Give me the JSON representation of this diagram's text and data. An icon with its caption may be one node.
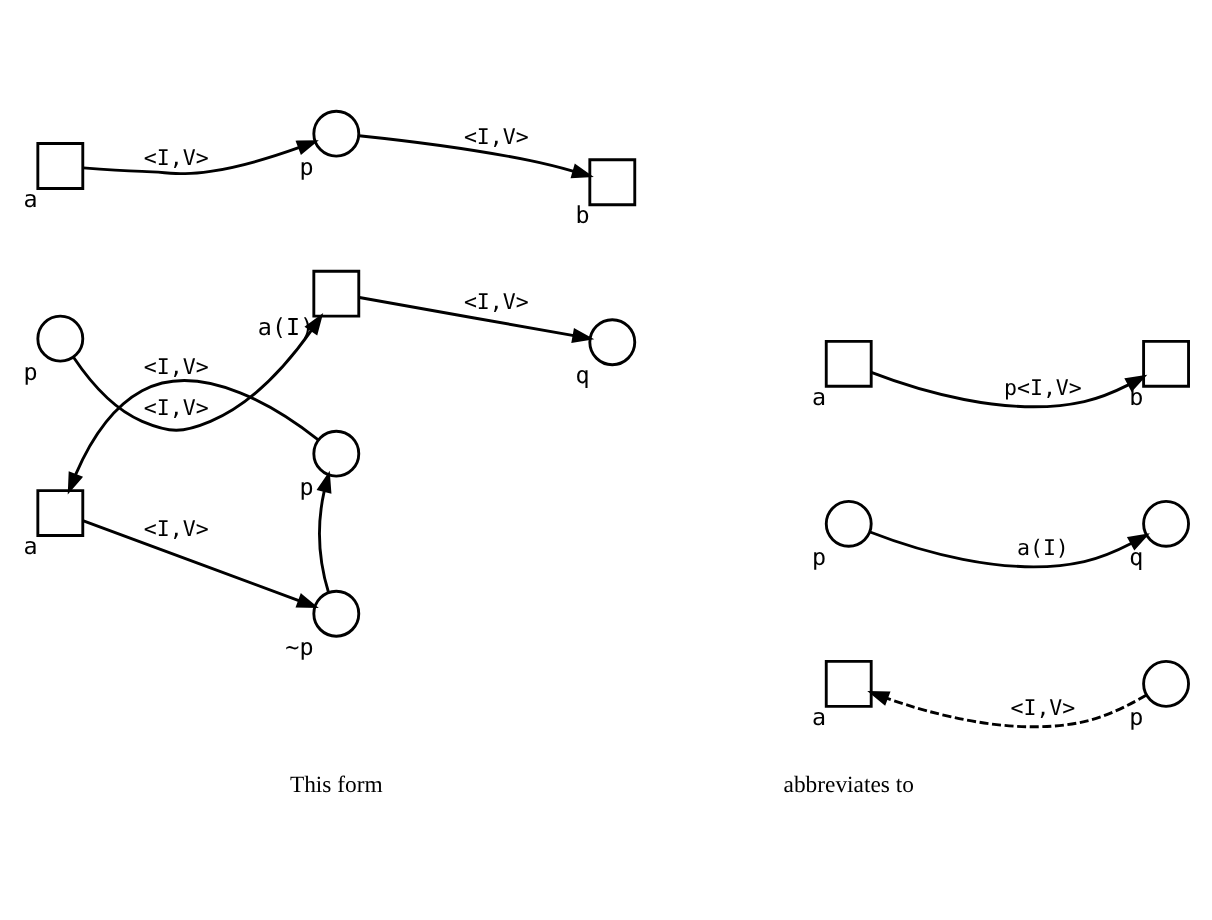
{
  "diagram": {
    "nodes": [
      {
        "text": [
          "a"
        ]
      },
      {
        "text": [
          "p"
        ]
      },
      {
        "text": [
          "b"
        ]
      },
      {
        "text": [
          "a"
        ]
      },
      {
        "text": [
          "b"
        ]
      },
      {
        "text": [
          "p"
        ]
      },
      {
        "text": [
          "a(I)"
        ]
      },
      {
        "text": [
          "q"
        ]
      },
      {
        "text": [
          "p"
        ]
      },
      {
        "text": [
          "q"
        ]
      },
      {
        "text": [
          "p"
        ]
      },
      {
        "text": [
          "a"
        ]
      },
      {
        "text": [
          "~p"
        ]
      },
      {
        "text": [
          "a"
        ]
      },
      {
        "text": [
          "p"
        ]
      }
    ],
    "edges": [
      {
        "from": 0,
        "to": 1,
        "arrow": "to",
        "label": "<I,V>"
      },
      {
        "from": 1,
        "to": 2,
        "arrow": "to",
        "label": "<I,V>"
      },
      {
        "from": 3,
        "to": 4,
        "arrow": "to",
        "label": "p<I,V>"
      },
      {
        "from": 5,
        "to": 6,
        "arrow": "to",
        "label": "<I,V>"
      },
      {
        "from": 6,
        "to": 7,
        "arrow": "to",
        "label": "<I,V>"
      },
      {
        "from": 8,
        "to": 9,
        "arrow": "to",
        "label": "a(I)"
      },
      {
        "from": 10,
        "to": 11,
        "arrow": "to",
        "label": "<I,V>"
      },
      {
        "from": 11,
        "to": 12,
        "arrow": "to",
        "label": "<I,V>"
      },
      {
        "from": 12,
        "to": 10,
        "arrow": "to"
      },
      {
        "from": 14,
        "to": 13,
        "arrow": "to",
        "label": "<I,V>",
        "style": "dashed"
      }
    ],
    "labels": [
      "This form",
      "abbreviates to"
    ]
  }
}
